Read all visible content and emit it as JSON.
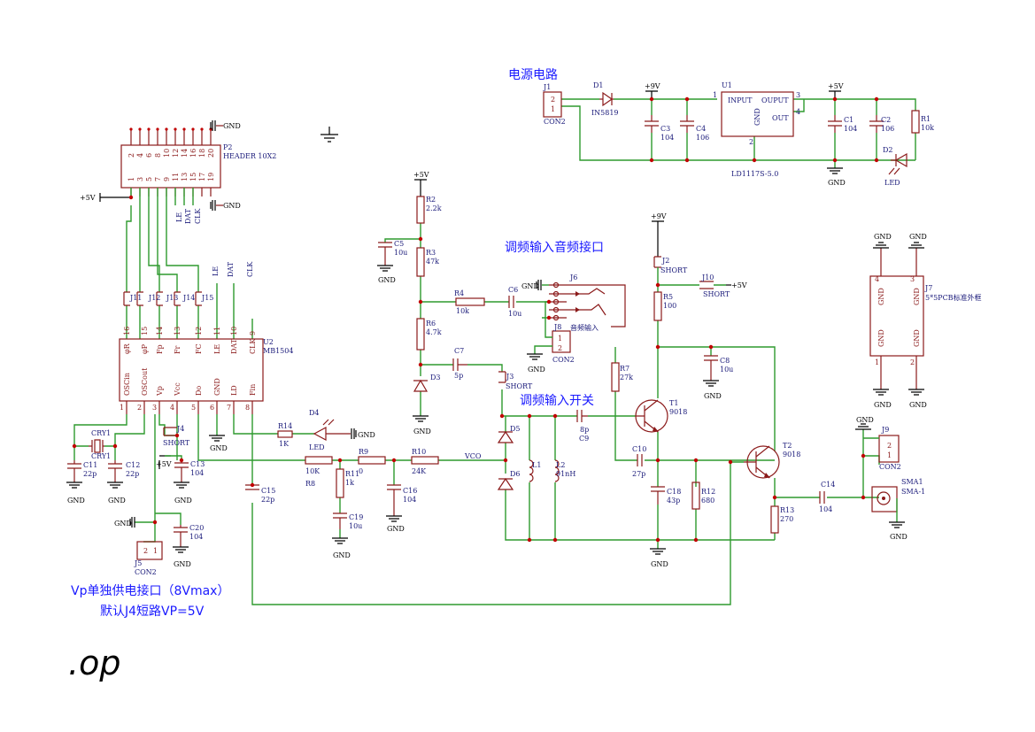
{
  "titles": {
    "power": "电源电路",
    "fm_audio": "调频输入音频接口",
    "fm_switch": "调频输入开关",
    "vp_note1": "Vp单独供电接口（8Vmax）",
    "vp_note2": "默认J4短路VP=5V",
    "footer": ".op"
  },
  "power_nets": {
    "p9v": "+9V",
    "p5v": "+5V",
    "gnd": "GND"
  },
  "components": {
    "J1": {
      "ref": "J1",
      "value": "CON2",
      "pins": [
        "2",
        "1"
      ]
    },
    "D1": {
      "ref": "D1",
      "value": "IN5819"
    },
    "C3": {
      "ref": "C3",
      "value": "104"
    },
    "C4": {
      "ref": "C4",
      "value": "106"
    },
    "U1": {
      "ref": "U1",
      "value": "LD1117S-5.0",
      "input": "INPUT",
      "ouput": "OUPUT",
      "out": "OUT",
      "gnd": "GND",
      "p1": "1",
      "p2": "2",
      "p3": "3",
      "p4": "4"
    },
    "C1": {
      "ref": "C1",
      "value": "104"
    },
    "C2": {
      "ref": "C2",
      "value": "106"
    },
    "R1": {
      "ref": "R1",
      "value": "10k"
    },
    "D2": {
      "ref": "D2",
      "value": "LED"
    },
    "P2": {
      "ref": "P2",
      "value": "HEADER 10X2",
      "top_pins": [
        "2",
        "4",
        "6",
        "8",
        "10",
        "12",
        "14",
        "16",
        "18",
        "20"
      ],
      "bot_pins": [
        "1",
        "3",
        "5",
        "7",
        "9",
        "11",
        "13",
        "15",
        "17",
        "19"
      ]
    },
    "U2": {
      "ref": "U2",
      "value": "MB1504",
      "top_names": [
        "φR",
        "φP",
        "Fp",
        "Fr",
        "FC",
        "LE",
        "DAT",
        "CLK"
      ],
      "top_nums": [
        "16",
        "15",
        "14",
        "13",
        "12",
        "11",
        "10",
        "9"
      ],
      "bot_names": [
        "OSCin",
        "OSCout",
        "Vp",
        "Vcc",
        "Do",
        "GND",
        "LD",
        "Fin"
      ],
      "bot_nums": [
        "1",
        "2",
        "3",
        "4",
        "5",
        "6",
        "7",
        "8"
      ]
    },
    "J11": {
      "ref": "J11"
    },
    "J12": {
      "ref": "J12"
    },
    "J13": {
      "ref": "J13"
    },
    "J14": {
      "ref": "J14"
    },
    "J15": {
      "ref": "J15"
    },
    "CRY1": {
      "ref": "CRY1",
      "value": "CRY1"
    },
    "C11": {
      "ref": "C11",
      "value": "22p"
    },
    "C12": {
      "ref": "C12",
      "value": "22p"
    },
    "J4": {
      "ref": "J4",
      "value": "SHORT"
    },
    "C13": {
      "ref": "C13",
      "value": "104"
    },
    "C20": {
      "ref": "C20",
      "value": "104"
    },
    "J5": {
      "ref": "J5",
      "value": "CON2",
      "pins": [
        "2",
        "1"
      ]
    },
    "R14": {
      "ref": "R14",
      "value": "1K"
    },
    "D4": {
      "ref": "D4",
      "value": "LED"
    },
    "C15": {
      "ref": "C15",
      "value": "22p"
    },
    "R8": {
      "ref": "R8",
      "value": "10K"
    },
    "R11": {
      "ref": "R11",
      "value": "1k"
    },
    "C19": {
      "ref": "C19",
      "value": "10u"
    },
    "R9": {
      "ref": "R9",
      "value": "0"
    },
    "C16": {
      "ref": "C16",
      "value": "104"
    },
    "R10": {
      "ref": "R10",
      "value": "24K"
    },
    "R2": {
      "ref": "R2",
      "value": "2.2k"
    },
    "C5": {
      "ref": "C5",
      "value": "10u"
    },
    "R3": {
      "ref": "R3",
      "value": "47k"
    },
    "R4": {
      "ref": "R4",
      "value": "10k"
    },
    "C6": {
      "ref": "C6",
      "value": "10u"
    },
    "R6": {
      "ref": "R6",
      "value": "4.7k"
    },
    "C7": {
      "ref": "C7",
      "value": "5p"
    },
    "D3": {
      "ref": "D3"
    },
    "J3": {
      "ref": "J3",
      "value": "SHORT"
    },
    "J6": {
      "ref": "J6"
    },
    "J8": {
      "ref": "J8",
      "value": "CON2",
      "label": "音频输入",
      "pins": [
        "1",
        "2"
      ]
    },
    "D5": {
      "ref": "D5"
    },
    "D6": {
      "ref": "D6"
    },
    "L1": {
      "ref": "L1"
    },
    "L2": {
      "ref": "L2",
      "value": "91nH"
    },
    "C9": {
      "ref": "C9",
      "value": "8p"
    },
    "J2": {
      "ref": "J2",
      "value": "SHORT"
    },
    "J10": {
      "ref": "J10",
      "value": "SHORT"
    },
    "R5": {
      "ref": "R5",
      "value": "100"
    },
    "C8": {
      "ref": "C8",
      "value": "10u"
    },
    "R7": {
      "ref": "R7",
      "value": "27k"
    },
    "T1": {
      "ref": "T1",
      "value": "9018"
    },
    "C10": {
      "ref": "C10",
      "value": "27p"
    },
    "C18": {
      "ref": "C18",
      "value": "43p"
    },
    "R12": {
      "ref": "R12",
      "value": "680"
    },
    "T2": {
      "ref": "T2",
      "value": "9018"
    },
    "R13": {
      "ref": "R13",
      "value": "270"
    },
    "C14": {
      "ref": "C14",
      "value": "104"
    },
    "SMA1": {
      "ref": "SMA1",
      "value": "SMA-1"
    },
    "J9": {
      "ref": "J9",
      "value": "CON2",
      "pins": [
        "2",
        "1"
      ]
    },
    "J7": {
      "ref": "J7",
      "value": "5*5PCB标准外框",
      "pins": [
        "4",
        "3",
        "1",
        "2"
      ],
      "pin_name": "GND"
    }
  },
  "net_labels": {
    "le": "LE",
    "dat": "DAT",
    "clk": "CLK",
    "vco": "VCO"
  }
}
